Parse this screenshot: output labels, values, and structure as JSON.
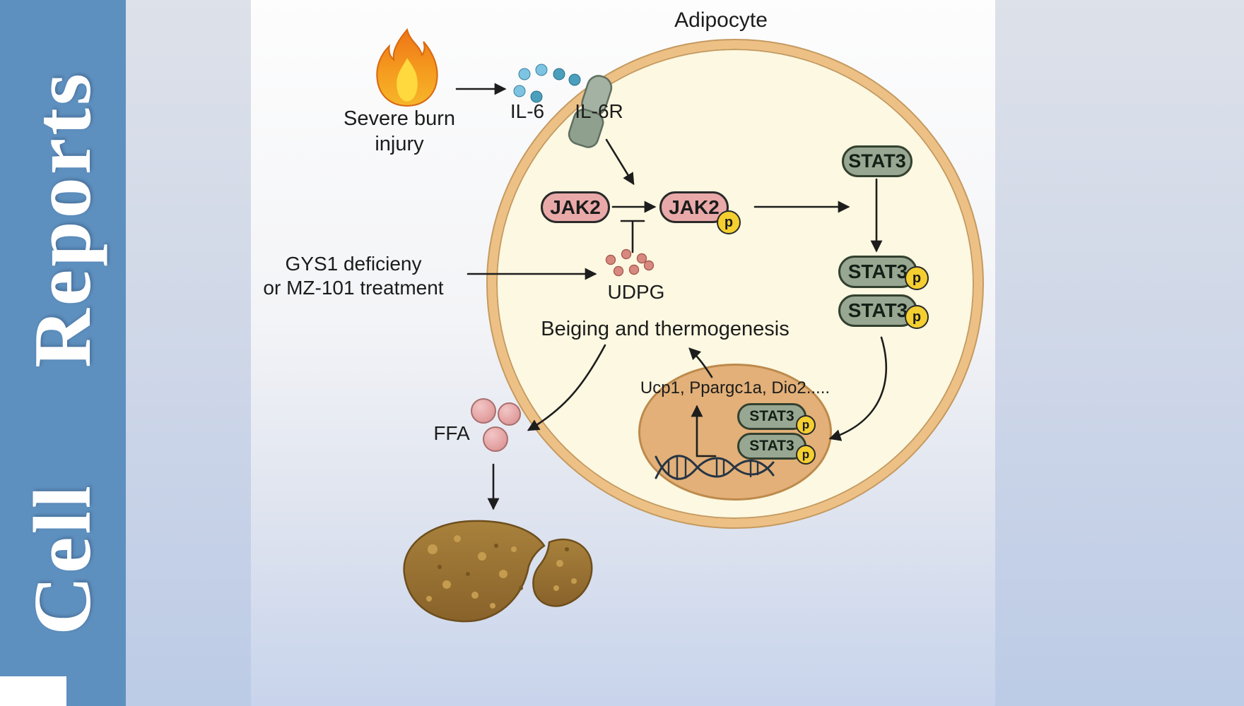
{
  "journal": {
    "name": "Cell Reports"
  },
  "labels": {
    "title": "Adipocyte",
    "burn_line1": "Severe burn",
    "burn_line2": "injury",
    "il6": "IL-6",
    "il6r": "IL-6R",
    "jak2": "JAK2",
    "phospho": "p",
    "stat3": "STAT3",
    "gys1_line1": "GYS1 deficieny",
    "gys1_line2": "or MZ-101 treatment",
    "udpg": "UDPG",
    "beiging": "Beiging and thermogenesis",
    "genes": "Ucp1, Ppargc1a, Dio2.....",
    "ffa": "FFA"
  },
  "colors": {
    "band": "#5e90bf",
    "cell_fill": "#fcf8e1",
    "cell_border": "#edc186",
    "cell_ring": "#c59a60",
    "jak2_fill": "#eaa9a9",
    "stat3_fill": "#98a791",
    "phospho_fill": "#f4cf2f",
    "nucleus_fill": "#e2b078",
    "nucleus_border": "#bd8a4c",
    "il6_dot_light": "#7cc4e2",
    "il6_dot_dark": "#4a9fbd",
    "udpg_dot": "#d8897f",
    "ffa_fill": "#e4a2a2",
    "arrow": "#1d1d1d",
    "text": "#1c1c1c"
  }
}
